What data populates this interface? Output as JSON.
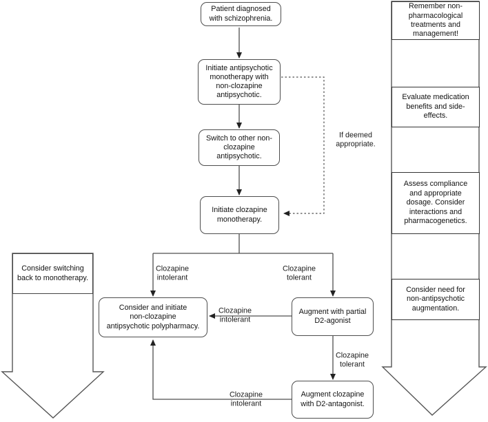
{
  "colors": {
    "line": "#4d4d4d",
    "box_border": "#4d4d4d",
    "arrowhead": "#222222",
    "text": "#111111",
    "background": "#ffffff"
  },
  "flowchart": {
    "nodes": {
      "patient": "Patient diagnosed\nwith schizophrenia.",
      "initiate_monotherapy": "Initiate antipsychotic\nmonotherapy with\nnon-clozapine\nantipsychotic.",
      "switch_other": "Switch to other non-\nclozapine\nantipsychotic.",
      "initiate_clozapine": "Initiate clozapine\nmonotherapy.",
      "polypharmacy": "Consider and initiate\nnon-clozapine\nantipsychotic polypharmacy.",
      "augment_partial": "Augment with partial\nD2-agonist",
      "augment_clozapine": "Augment clozapine\nwith D2-antagonist."
    },
    "edge_labels": {
      "if_deemed": "If deemed\nappropriate.",
      "intolerant_left": "Clozapine\nintolerant",
      "tolerant_right": "Clozapine\ntolerant",
      "intolerant_mid": "Clozapine\nintolerant",
      "tolerant_down": "Clozapine\ntolerant",
      "intolerant_bottom": "Clozapine\nintolerant"
    },
    "left_arrow": {
      "text": "Consider switching\nback to monotherapy."
    },
    "right_arrow": {
      "segments": [
        "Remember non-\npharmacological\ntreatments and\nmanagement!",
        "Evaluate medication\nbenefits and side-\neffects.",
        "Assess compliance\nand appropriate\ndosage. Consider\ninteractions and\npharmacogenetics.",
        "Consider need for\nnon-antipsychotic\naugmentation."
      ]
    }
  }
}
